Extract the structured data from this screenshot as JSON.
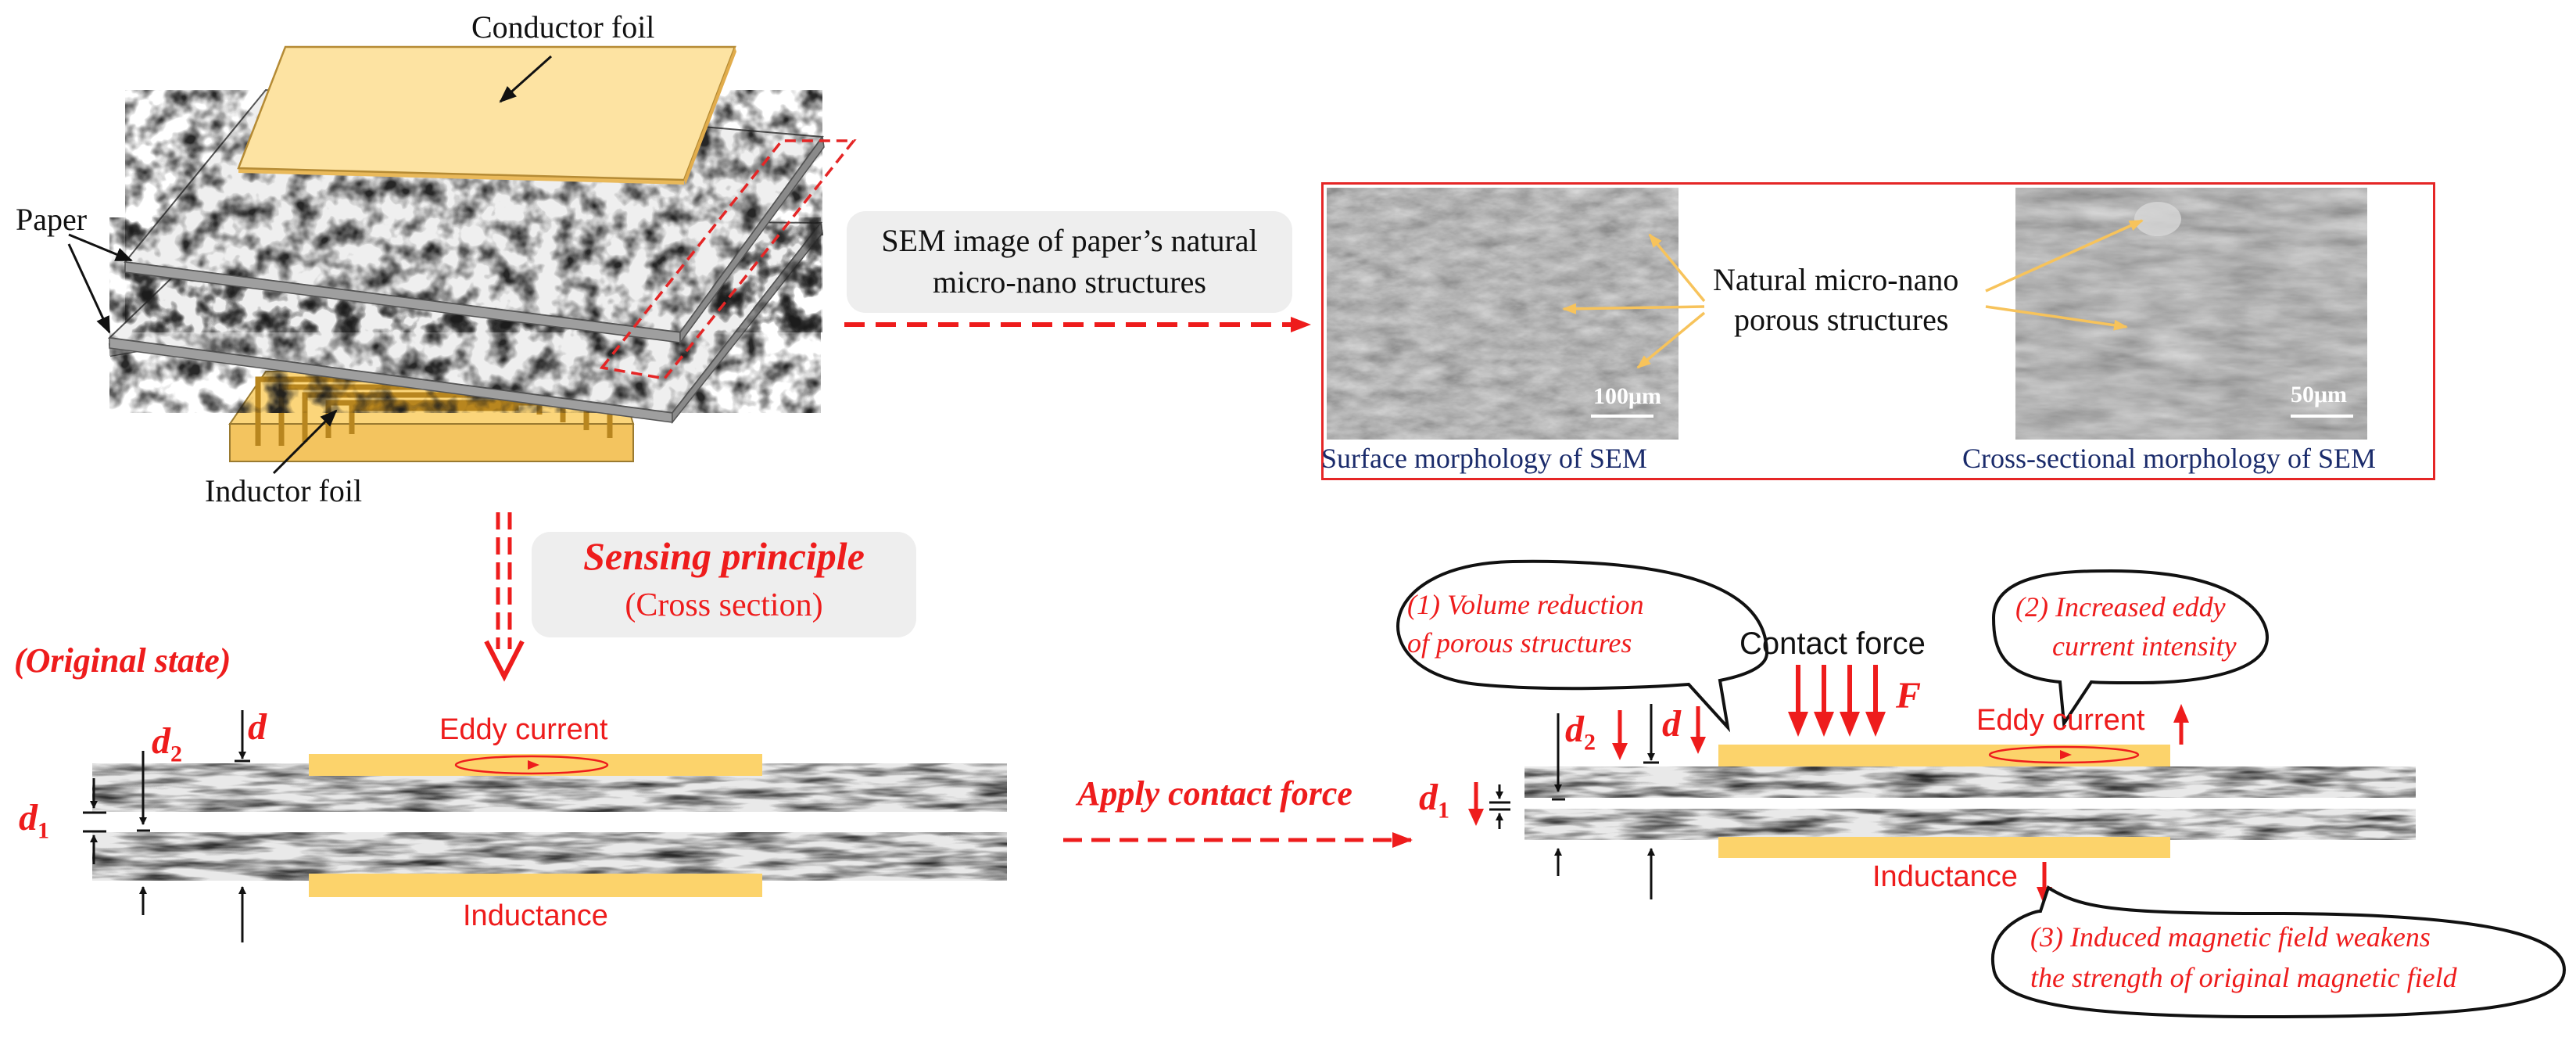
{
  "exploded_view": {
    "conductor_label": "Conductor foil",
    "paper_label": "Paper",
    "inductor_label": "Inductor foil"
  },
  "sem_panel": {
    "caption_pill": "SEM image of paper’s natural micro-nano structures",
    "caption_line1": "SEM image of paper’s natural",
    "caption_line2": "micro-nano structures",
    "annotation_line1": "Natural micro-nano",
    "annotation_line2": "porous structures",
    "surface_scale": "100μm",
    "cross_scale": "50μm",
    "surface_caption": "Surface morphology of SEM",
    "cross_caption": "Cross-sectional morphology of SEM"
  },
  "sensing": {
    "title": "Sensing principle",
    "subtitle": "(Cross section)"
  },
  "original_state": {
    "label": "(Original state)",
    "eddy_label": "Eddy current",
    "inductance_label": "Inductance",
    "d_label": "d",
    "d1_base": "d",
    "d1_sub": "1",
    "d2_base": "d",
    "d2_sub": "2"
  },
  "apply": {
    "label": "Apply contact force"
  },
  "pressed_state": {
    "contact_force_label": "Contact force",
    "force_symbol": "F",
    "eddy_label": "Eddy current",
    "inductance_label": "Inductance",
    "d_label": "d",
    "d1_base": "d",
    "d1_sub": "1",
    "d2_base": "d",
    "d2_sub": "2",
    "callout1_line1": "(1)  Volume reduction",
    "callout1_line2": "of porous structures",
    "callout2_line1": "(2)  Increased eddy",
    "callout2_line2": "current intensity",
    "callout3_line1": "(3)  Induced magnetic field weakens",
    "callout3_line2": "the strength of original magnetic field"
  },
  "colors": {
    "accent_red": "#ee1c1c",
    "foil_yellow": "#fcd36b",
    "conductor_top": "#fde3a2",
    "sem_border": "#e52626",
    "navy_caption": "#1a2b6b"
  }
}
